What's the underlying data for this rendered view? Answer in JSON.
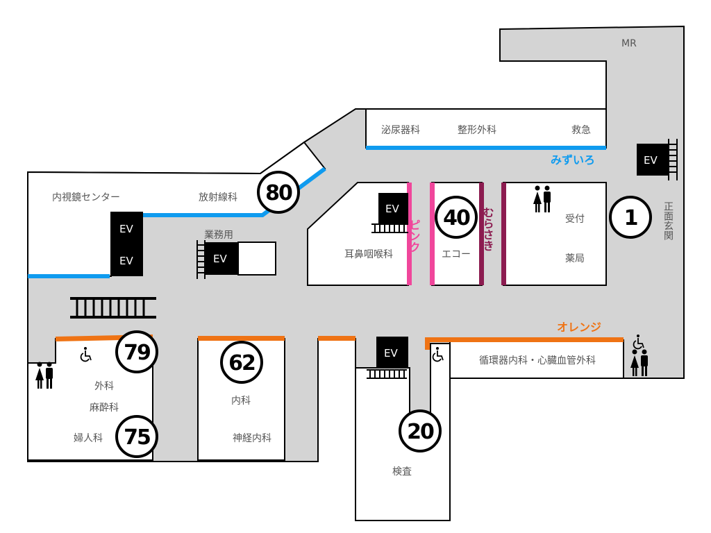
{
  "colors": {
    "floor": "#d4d4d4",
    "mizuiro": "#0f9bef",
    "pink": "#f0469b",
    "murasaki": "#8c1c50",
    "orange": "#ef7314"
  },
  "routes": {
    "mizuiro": "みずいろ",
    "pink": "ピンク",
    "murasaki": "むらさき",
    "orange": "オレンジ"
  },
  "rooms": {
    "mr": "MR",
    "urology": "泌尿器科",
    "orthopedics": "整形外科",
    "emergency": "救急",
    "endoscopy": "内視鏡センター",
    "radiology": "放射線科",
    "staff_only": "業務用",
    "ent": "耳鼻咽喉科",
    "echo": "エコー",
    "reception": "受付",
    "pharmacy": "薬局",
    "main_entrance": "正面玄関",
    "surgery": "外科",
    "anesthesiology": "麻酔科",
    "gynecology": "婦人科",
    "internal_medicine": "内科",
    "neurology": "神経内科",
    "examination": "検査",
    "cardiology": "循環器内科・心臓血管外科"
  },
  "elevator_label": "EV",
  "markers": [
    "80",
    "40",
    "1",
    "79",
    "62",
    "75",
    "20"
  ]
}
